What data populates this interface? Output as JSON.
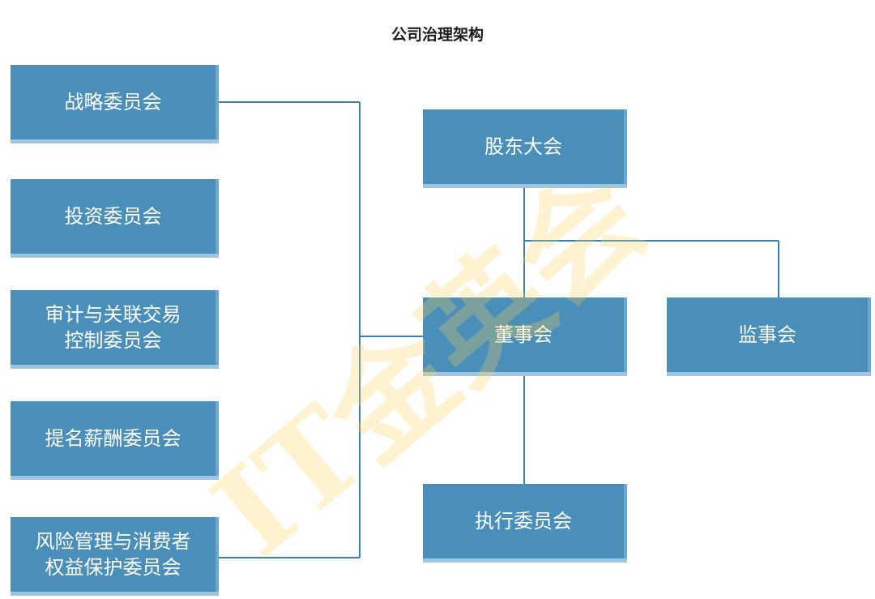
{
  "title": "公司治理架构",
  "nodes": {
    "strategy": "战略委员会",
    "investment": "投资委员会",
    "audit": "审计与关联交易\n控制委员会",
    "nomination": "提名薪酬委员会",
    "risk": "风险管理与消费者\n权益保护委员会",
    "shareholders": "股东大会",
    "board": "董事会",
    "supervisors": "监事会",
    "executive": "执行委员会"
  },
  "watermark": "IT金英会",
  "colors": {
    "box_fill": "#4a8fba",
    "connector": "#3a7fab",
    "watermark": "#fad25a"
  }
}
